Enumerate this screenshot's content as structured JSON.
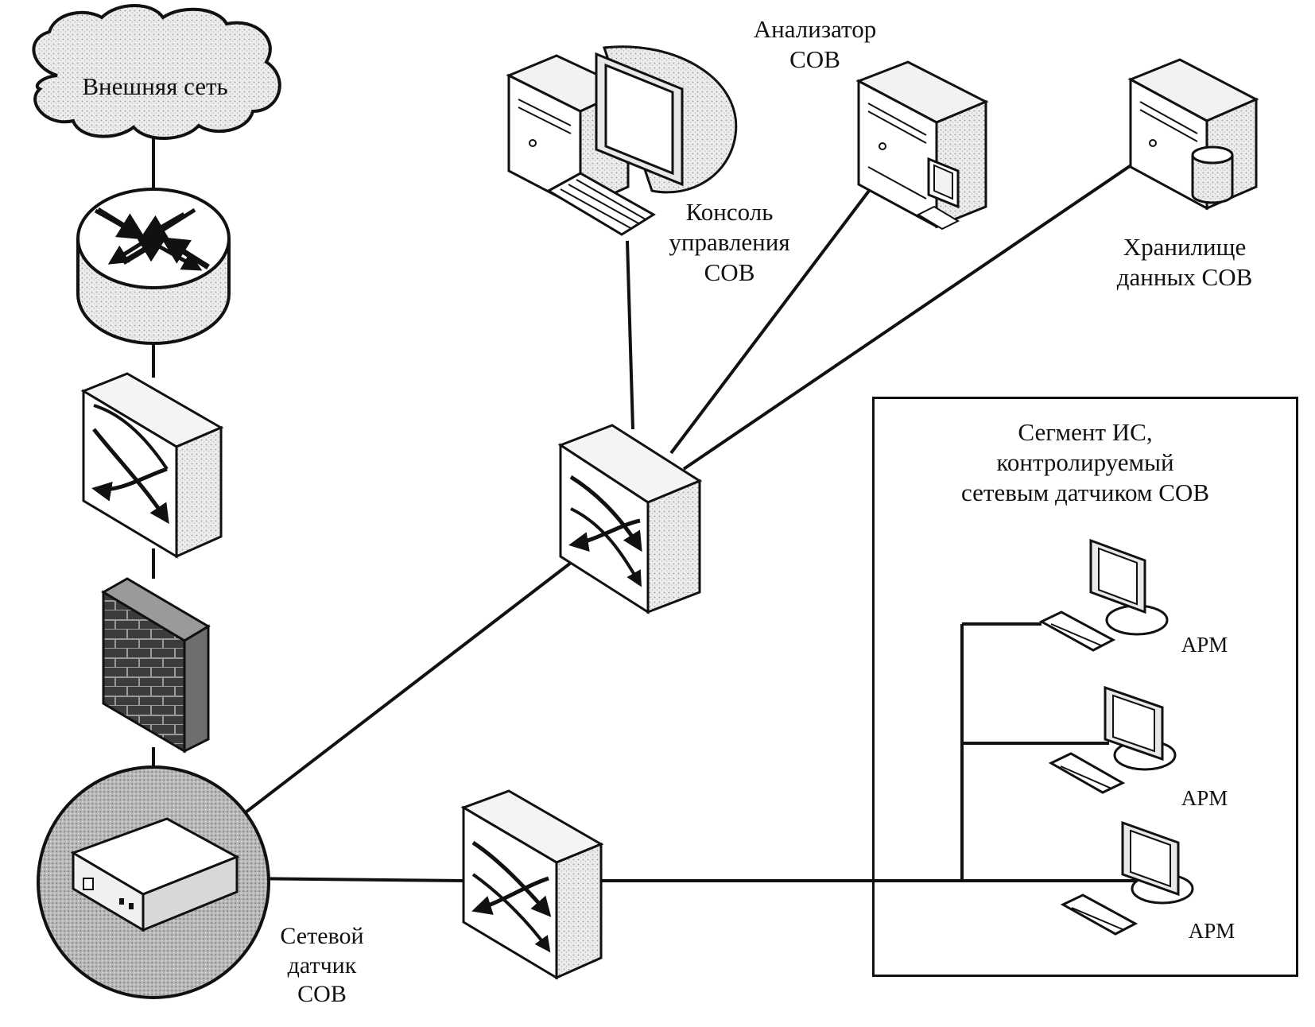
{
  "diagram": {
    "external_network": {
      "label": "Внешняя сеть",
      "icon": "cloud-icon"
    },
    "router": {
      "icon": "router-icon"
    },
    "switch_edge": {
      "icon": "switch-icon"
    },
    "firewall": {
      "icon": "firewall-icon"
    },
    "sensor": {
      "label_lines": [
        "Сетевой",
        "датчик",
        "СОВ"
      ],
      "icon": "network-sensor-icon"
    },
    "switch_core": {
      "icon": "switch-icon"
    },
    "switch_segment": {
      "icon": "switch-icon"
    },
    "console": {
      "label_lines": [
        "Консоль",
        "управления",
        "СОВ"
      ],
      "icon": "workstation-icon"
    },
    "analyzer": {
      "label_lines": [
        "Анализатор",
        "СОВ"
      ],
      "icon": "server-icon"
    },
    "storage": {
      "label_lines": [
        "Хранилище",
        "данных СОВ"
      ],
      "icon": "database-server-icon"
    },
    "segment": {
      "label_lines": [
        "Сегмент ИС,",
        "контролируемый",
        "сетевым датчиком СОВ"
      ],
      "workstations": [
        {
          "label": "АРМ",
          "icon": "monitor-icon"
        },
        {
          "label": "АРМ",
          "icon": "monitor-icon"
        },
        {
          "label": "АРМ",
          "icon": "monitor-icon"
        }
      ]
    }
  },
  "colors": {
    "stroke": "#111111",
    "device_fill": "#ffffff",
    "device_shade": "#d9d9d9",
    "firewall_fill": "#3a3a3a",
    "cloud_fill": "#e6e6e6",
    "sensor_fill": "#bdbdbd"
  }
}
